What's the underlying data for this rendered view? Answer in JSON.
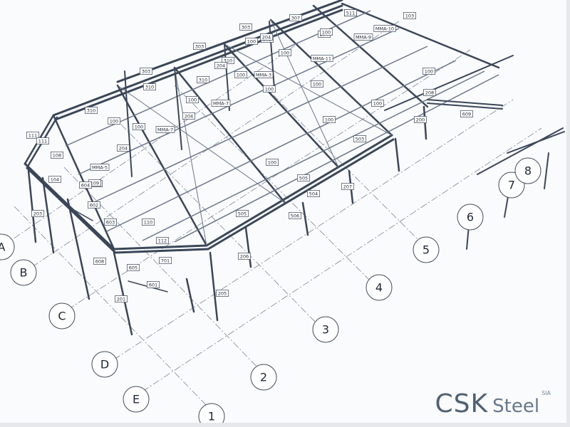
{
  "drawing": {
    "grid_letters": [
      "A",
      "B",
      "C",
      "D",
      "E"
    ],
    "grid_numbers": [
      "1",
      "2",
      "3",
      "4",
      "5",
      "6",
      "7",
      "8"
    ],
    "member_tags": [
      "102",
      "103",
      "307",
      "303",
      "303",
      "303",
      "303",
      "204",
      "100",
      "310",
      "310",
      "310",
      "310",
      "MMA-10",
      "MMA-9",
      "MMA-11",
      "MMA-7",
      "MMA-7",
      "MMA-5",
      "MMA-3",
      "100",
      "100",
      "100",
      "100",
      "100",
      "100",
      "100",
      "100",
      "100",
      "100",
      "100",
      "100",
      "204",
      "204",
      "204",
      "204",
      "206",
      "205",
      "201",
      "203",
      "207",
      "208",
      "209",
      "111",
      "111",
      "108",
      "104",
      "109",
      "110",
      "112",
      "503",
      "504",
      "505",
      "505",
      "506",
      "601",
      "602",
      "603",
      "604",
      "605",
      "608",
      "609",
      "200",
      "701",
      "511"
    ]
  },
  "logo": {
    "main": "CSK",
    "secondary": "Steel",
    "suffix": "SIA"
  }
}
